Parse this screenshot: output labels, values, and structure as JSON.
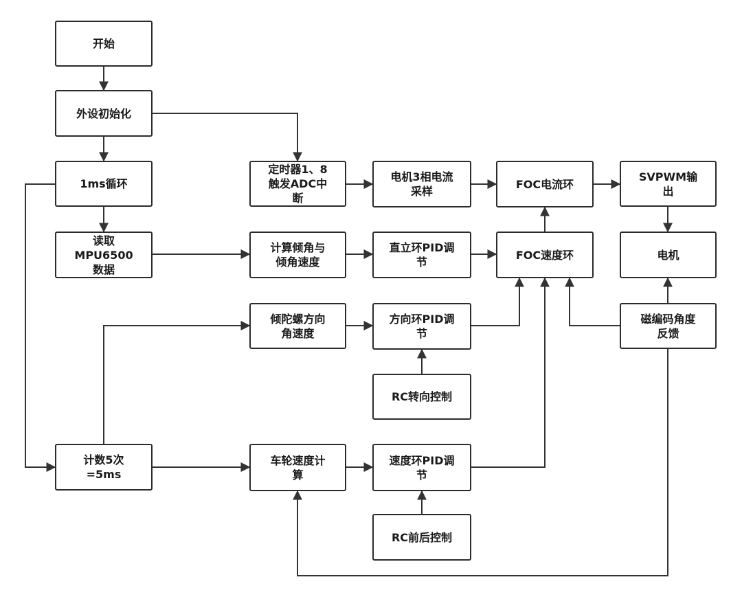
{
  "colors": {
    "line": "#333333",
    "border": "#2b2b2b",
    "text": "#1a1a1a",
    "background": "#ffffff"
  },
  "nodes": {
    "start": "开始",
    "init": "外设初始化",
    "loop_1ms": "1ms循环",
    "read_mpu": "读取\nMPU6500\n数据",
    "count_5": "计数5次\n=5ms",
    "timer_adc": "定时器1、8\n触发ADC中\n断",
    "calc_tilt": "计算倾角与\n倾角速度",
    "gyro_dir": "倾陀螺方向\n角速度",
    "wheel_speed": "车轮速度计\n算",
    "current_sample": "电机3相电流\n采样",
    "upright_pid": "直立环PID调\n节",
    "direction_pid": "方向环PID调\n节",
    "rc_turn": "RC转向控制",
    "speed_pid": "速度环PID调\n节",
    "rc_fb": "RC前后控制",
    "foc_current": "FOC电流环",
    "foc_speed": "FOC速度环",
    "svpwm": "SVPWM输\n出",
    "motor": "电机",
    "encoder": "磁编码角度\n反馈"
  }
}
